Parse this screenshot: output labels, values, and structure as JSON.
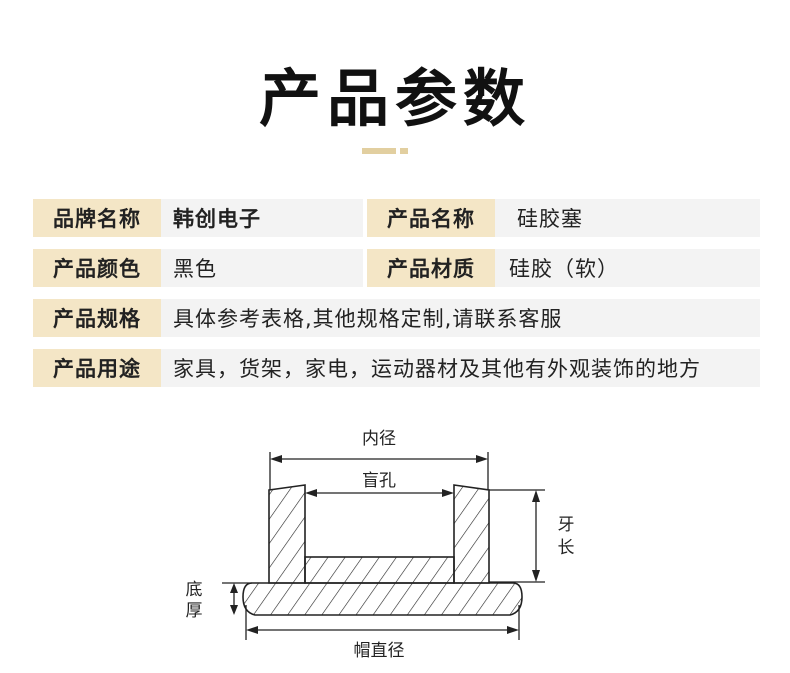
{
  "title": "产品参数",
  "specs": {
    "brand_label": "品牌名称",
    "brand_value": "韩创电子",
    "name_label": "产品名称",
    "name_value": "硅胶塞",
    "color_label": "产品颜色",
    "color_value": "黑色",
    "material_label": "产品材质",
    "material_value": "硅胶（软）",
    "size_label": "产品规格",
    "size_value": "具体参考表格,其他规格定制,请联系客服",
    "usage_label": "产品用途",
    "usage_value": "家具，货架，家电，运动器材及其他有外观装饰的地方"
  },
  "diagram": {
    "inner_diameter": "内径",
    "blind_hole": "盲孔",
    "tooth_length_1": "牙",
    "tooth_length_2": "长",
    "base_thickness_1": "底",
    "base_thickness_2": "厚",
    "cap_diameter": "帽直径"
  },
  "colors": {
    "label_bg": "#f4e6c6",
    "value_bg": "#f3f3f3",
    "accent": "#e2cfa0"
  }
}
